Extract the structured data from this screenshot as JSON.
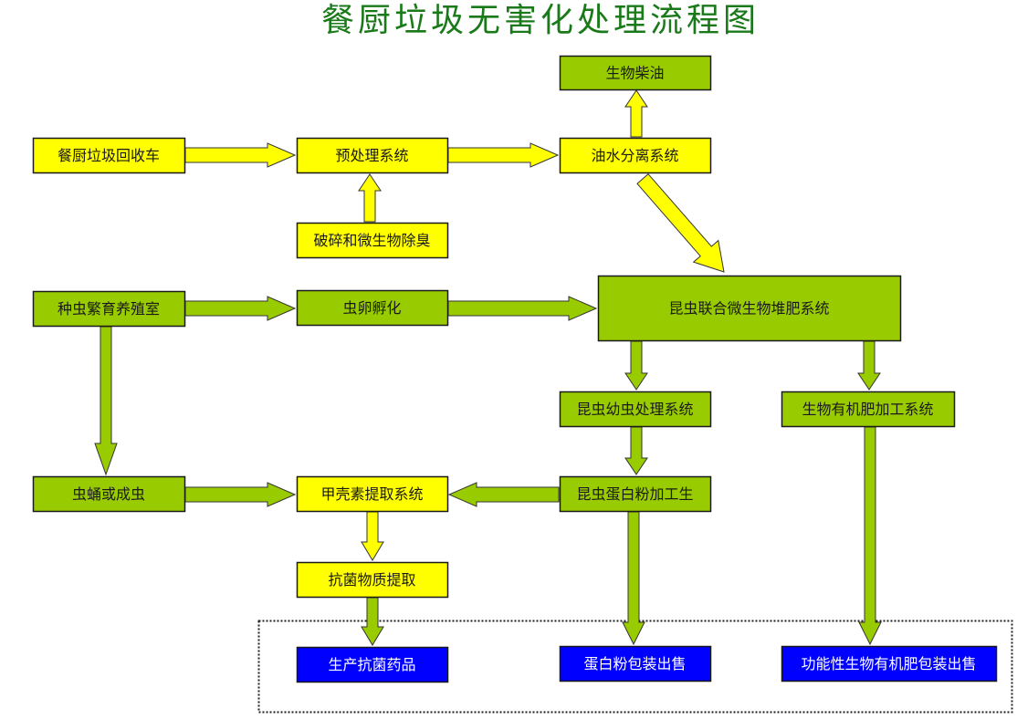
{
  "title": "餐厨垃圾无害化处理流程图",
  "colors": {
    "yellow": "#ffff00",
    "green": "#99cc00",
    "blue": "#0000ff",
    "title_green": "#1a7a1a",
    "border": "#1a1a1a",
    "text_dark": "#1a1a1a",
    "text_light": "#ffffff"
  },
  "nodes": [
    {
      "id": "kitchen-waste-truck",
      "label": "餐厨垃圾回收车",
      "fill": "yellow"
    },
    {
      "id": "pretreatment-system",
      "label": "预处理系统",
      "fill": "yellow"
    },
    {
      "id": "oil-water-separation",
      "label": "油水分离系统",
      "fill": "yellow"
    },
    {
      "id": "biodiesel",
      "label": "生物柴油",
      "fill": "green"
    },
    {
      "id": "crushing-deodorize",
      "label": "破碎和微生物除臭",
      "fill": "yellow"
    },
    {
      "id": "breeding-room",
      "label": "种虫繁育养殖室",
      "fill": "green"
    },
    {
      "id": "egg-hatching",
      "label": "虫卵孵化",
      "fill": "green"
    },
    {
      "id": "insect-compost-system",
      "label": "昆虫联合微生物堆肥系统",
      "fill": "green"
    },
    {
      "id": "larva-processing",
      "label": "昆虫幼虫处理系统",
      "fill": "green"
    },
    {
      "id": "organic-fertilizer-processing",
      "label": "生物有机肥加工系统",
      "fill": "green"
    },
    {
      "id": "pupa-adult",
      "label": "虫蛹或成虫",
      "fill": "green"
    },
    {
      "id": "chitin-extraction",
      "label": "甲壳素提取系统",
      "fill": "yellow"
    },
    {
      "id": "protein-powder-processing",
      "label": "昆虫蛋白粉加工生",
      "fill": "green"
    },
    {
      "id": "antibacterial-extraction",
      "label": "抗菌物质提取",
      "fill": "yellow"
    },
    {
      "id": "antibacterial-drugs",
      "label": "生产抗菌药品",
      "fill": "blue"
    },
    {
      "id": "protein-powder-sale",
      "label": "蛋白粉包装出售",
      "fill": "blue"
    },
    {
      "id": "fertilizer-sale",
      "label": "功能性生物有机肥包装出售",
      "fill": "blue"
    }
  ],
  "edges": [
    {
      "from": "kitchen-waste-truck",
      "to": "pretreatment-system",
      "fill": "yellow"
    },
    {
      "from": "pretreatment-system",
      "to": "oil-water-separation",
      "fill": "yellow"
    },
    {
      "from": "crushing-deodorize",
      "to": "pretreatment-system",
      "fill": "yellow"
    },
    {
      "from": "oil-water-separation",
      "to": "biodiesel",
      "fill": "yellow"
    },
    {
      "from": "oil-water-separation",
      "to": "insect-compost-system",
      "fill": "yellow"
    },
    {
      "from": "breeding-room",
      "to": "egg-hatching",
      "fill": "green"
    },
    {
      "from": "egg-hatching",
      "to": "insect-compost-system",
      "fill": "green"
    },
    {
      "from": "breeding-room",
      "to": "pupa-adult",
      "fill": "green"
    },
    {
      "from": "insect-compost-system",
      "to": "larva-processing",
      "fill": "green"
    },
    {
      "from": "insect-compost-system",
      "to": "organic-fertilizer-processing",
      "fill": "green"
    },
    {
      "from": "larva-processing",
      "to": "protein-powder-processing",
      "fill": "green"
    },
    {
      "from": "pupa-adult",
      "to": "chitin-extraction",
      "fill": "green"
    },
    {
      "from": "protein-powder-processing",
      "to": "chitin-extraction",
      "fill": "green"
    },
    {
      "from": "chitin-extraction",
      "to": "antibacterial-extraction",
      "fill": "yellow"
    },
    {
      "from": "antibacterial-extraction",
      "to": "antibacterial-drugs",
      "fill": "green"
    },
    {
      "from": "protein-powder-processing",
      "to": "protein-powder-sale",
      "fill": "green"
    },
    {
      "from": "organic-fertilizer-processing",
      "to": "fertilizer-sale",
      "fill": "green"
    }
  ],
  "groups": [
    {
      "id": "products-group",
      "label": "",
      "members": [
        "antibacterial-drugs",
        "protein-powder-sale",
        "fertilizer-sale"
      ],
      "style": "dotted"
    }
  ]
}
